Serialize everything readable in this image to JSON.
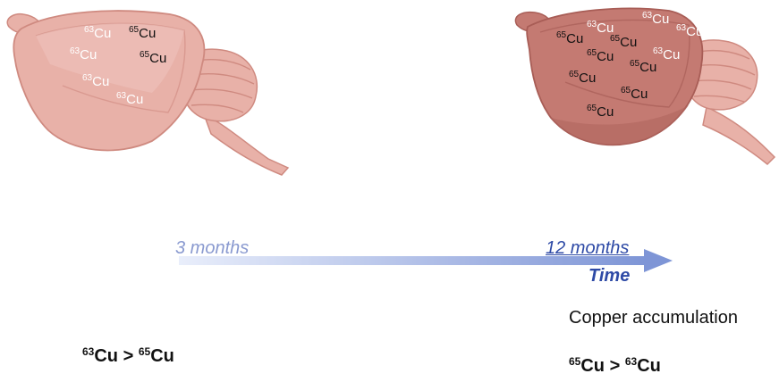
{
  "colors": {
    "brain_young_fill": "#e8b1a8",
    "brain_young_stroke": "#cf8a80",
    "brain_old_fill": "#c47a72",
    "brain_old_stroke": "#a85d56",
    "arrow_start": "#e9eefb",
    "arrow_end": "#7e95d6",
    "time_text": "#2e4aa6"
  },
  "brain_left": {
    "isotopes": [
      {
        "mass": "63",
        "symbol": "Cu",
        "tone": "white"
      },
      {
        "mass": "65",
        "symbol": "Cu",
        "tone": "black"
      },
      {
        "mass": "63",
        "symbol": "Cu",
        "tone": "white"
      },
      {
        "mass": "65",
        "symbol": "Cu",
        "tone": "black"
      },
      {
        "mass": "63",
        "symbol": "Cu",
        "tone": "white"
      },
      {
        "mass": "63",
        "symbol": "Cu",
        "tone": "white"
      }
    ]
  },
  "brain_right": {
    "isotopes": [
      {
        "mass": "63",
        "symbol": "Cu",
        "tone": "white"
      },
      {
        "mass": "63",
        "symbol": "Cu",
        "tone": "white"
      },
      {
        "mass": "63",
        "symbol": "Cu",
        "tone": "white"
      },
      {
        "mass": "65",
        "symbol": "Cu",
        "tone": "black"
      },
      {
        "mass": "65",
        "symbol": "Cu",
        "tone": "black"
      },
      {
        "mass": "65",
        "symbol": "Cu",
        "tone": "black"
      },
      {
        "mass": "63",
        "symbol": "Cu",
        "tone": "white"
      },
      {
        "mass": "65",
        "symbol": "Cu",
        "tone": "black"
      },
      {
        "mass": "65",
        "symbol": "Cu",
        "tone": "black"
      },
      {
        "mass": "65",
        "symbol": "Cu",
        "tone": "black"
      },
      {
        "mass": "65",
        "symbol": "Cu",
        "tone": "black"
      }
    ]
  },
  "timeline": {
    "start_label": "3 months",
    "end_label": "12 months",
    "axis_label": "Time"
  },
  "accumulation_label": "Copper accumulation",
  "ratio_left": {
    "a_mass": "63",
    "a_symbol": "Cu",
    "op": ">",
    "b_mass": "65",
    "b_symbol": "Cu"
  },
  "ratio_right": {
    "a_mass": "65",
    "a_symbol": "Cu",
    "op": ">",
    "b_mass": "63",
    "b_symbol": "Cu"
  }
}
